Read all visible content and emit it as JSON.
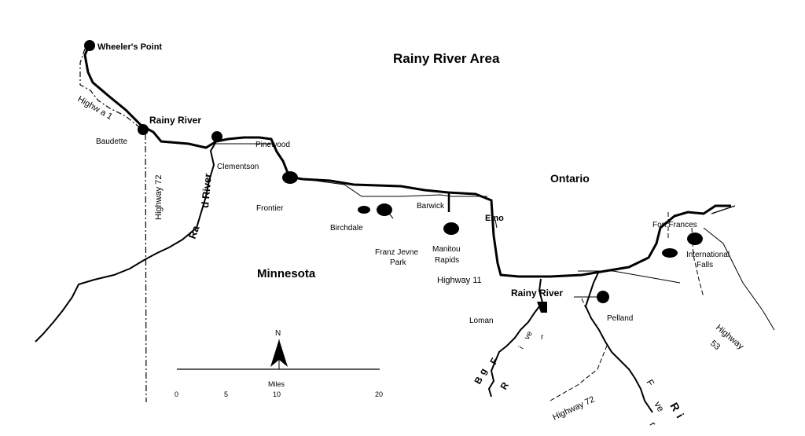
{
  "title": "Rainy River Area",
  "regions": {
    "ontario": "Ontario",
    "minnesota": "Minnesota"
  },
  "places": {
    "wheelers_point": "Wheeler's  Point",
    "rainy_river_town": "Rainy River",
    "baudette": "Baudette",
    "clementson": "Clementson",
    "pinewood": "Pinewood",
    "frontier": "Frontier",
    "birchdale": "Birchdale",
    "franz_jevne_1": "Franz Jevne",
    "franz_jevne_2": "Park",
    "barwick": "Barwick",
    "manitou_1": "Manitou",
    "manitou_2": "Rapids",
    "emo": "Emo",
    "fort_frances": "Fort Frances",
    "intl_falls_1": "International",
    "intl_falls_2": "Falls",
    "loman": "Loman",
    "pelland": "Pelland"
  },
  "rivers": {
    "rainy_river": "Rainy River",
    "rapid_river_1": "d River",
    "rapid_river_2": "Ra",
    "big_fork": [
      "B",
      "g",
      "F",
      "R",
      "i",
      "ve",
      "r"
    ],
    "little_fork": [
      "F",
      "R",
      "i",
      "ve",
      "r"
    ]
  },
  "roads": {
    "highway_1": "Highw a 1",
    "highway_72_west": "Highway 72",
    "highway_11": "Highway 11",
    "highway_53_1": "Highway",
    "highway_53_2": "53",
    "highway_72_south": "Highway 72"
  },
  "scale": {
    "unit": "Miles",
    "ticks": [
      "0",
      "5",
      "10",
      "20"
    ]
  },
  "compass": {
    "north": "N"
  },
  "colors": {
    "ink": "#000000",
    "background": "#ffffff"
  }
}
